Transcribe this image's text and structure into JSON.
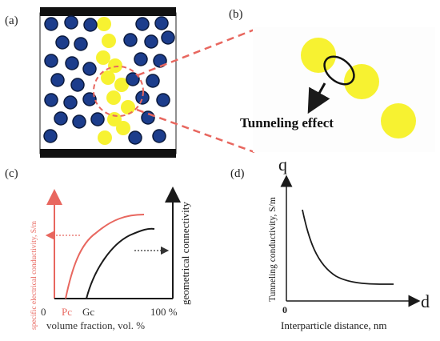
{
  "panels": {
    "a": {
      "label": "(a)"
    },
    "b": {
      "label": "(b)",
      "caption": "Tunneling effect"
    },
    "c": {
      "label": "(c)",
      "y_left_label": "specific electrical conductivity, S/m",
      "y_right_label": "geometrical connectivity",
      "x_label": "volume fraction, vol. %",
      "tick_zero": "0",
      "tick_pc": "Pc",
      "tick_gc": "Gc",
      "tick_100": "100 %"
    },
    "d": {
      "label": "(d)",
      "y_axis_symbol": "q",
      "x_axis_symbol": "d",
      "y_label": "Tunneling conductivity, S/m",
      "x_label": "Interparticle distance, nm",
      "tick_zero": "0"
    }
  },
  "colors": {
    "conductive_particle": "#f7f231",
    "filler_particle": "#1c3d8c",
    "electrode": "#111111",
    "accent_red": "#e8675f",
    "curve_red": "#e8675f",
    "curve_black": "#1a1a1a"
  }
}
